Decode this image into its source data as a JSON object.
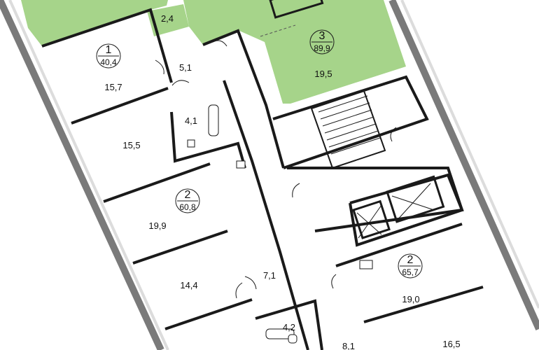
{
  "colors": {
    "highlight": "#a6d48a",
    "highlight_dark": "#8cc56f",
    "wall": "#1a1a1a",
    "outer_wall": "#7a7a7a",
    "window": "#dcdcdc"
  },
  "apartments": [
    {
      "id": "apt-1",
      "rooms": "1",
      "total": "40,4"
    },
    {
      "id": "apt-3",
      "rooms": "3",
      "total": "89,9"
    },
    {
      "id": "apt-2a",
      "rooms": "2",
      "total": "60,8"
    },
    {
      "id": "apt-2b",
      "rooms": "2",
      "total": "65,7"
    }
  ],
  "room_areas": {
    "r_2_4": "2,4",
    "r_19_5": "19,5",
    "r_15_7": "15,7",
    "r_5_1": "5,1",
    "r_4_1": "4,1",
    "r_15_5": "15,5",
    "r_19_9": "19,9",
    "r_14_4": "14,4",
    "r_7_1": "7,1",
    "r_4_2": "4,2",
    "r_8_1": "8,1",
    "r_19_0": "19,0",
    "r_16_5": "16,5"
  }
}
